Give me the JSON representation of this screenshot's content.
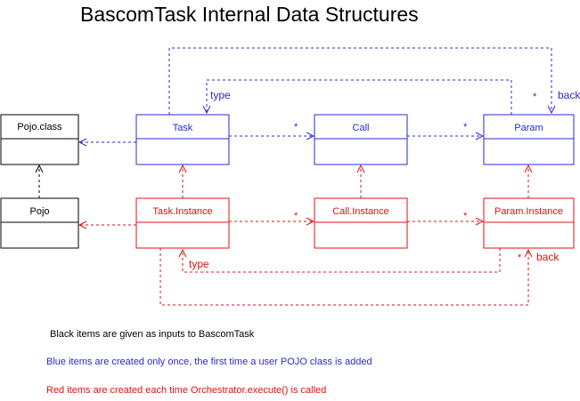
{
  "title": "BascomTask Internal Data Structures",
  "colors": {
    "input": "#000000",
    "once": "#2a2ad6",
    "per_execute": "#e01010"
  },
  "boxes": {
    "pojo_class": "Pojo.class",
    "pojo": "Pojo",
    "task": "Task",
    "call": "Call",
    "param": "Param",
    "task_instance": "Task.Instance",
    "call_instance": "Call.Instance",
    "param_instance": "Param.Instance"
  },
  "edge_labels": {
    "type_blue": "type",
    "back_blue": "back",
    "type_red": "type",
    "back_red": "back",
    "many": "*"
  },
  "notes": {
    "black": "Black items are given as inputs to BascomTask",
    "blue": "Blue items are created only once, the first time a user POJO class is added",
    "red": "Red items are created each time Orchestrator.execute() is called"
  }
}
